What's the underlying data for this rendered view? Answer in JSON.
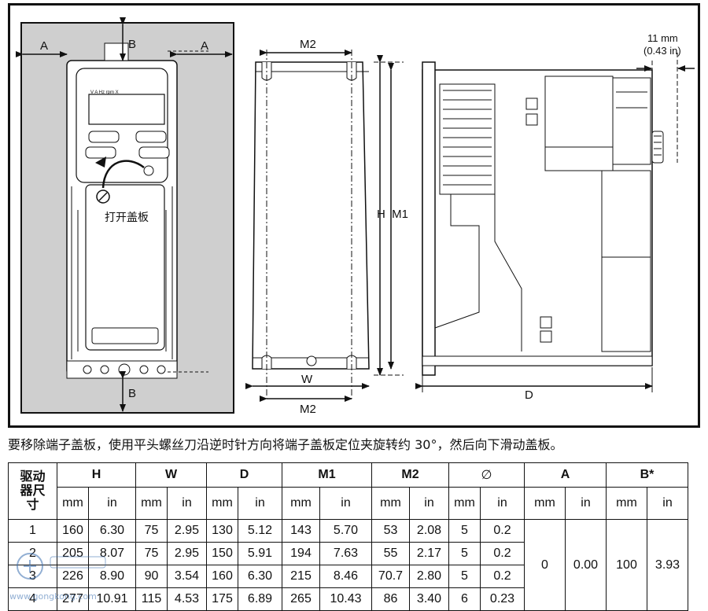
{
  "figure": {
    "labels": {
      "a_left": "A",
      "a_right": "A",
      "b_top": "B",
      "b_bottom": "B",
      "m2_top": "M2",
      "m2_bottom": "M2",
      "w": "W",
      "h_m1": "H  M1",
      "d": "D",
      "clearance_mm": "11 mm",
      "clearance_in": "(0.43 in)",
      "open_cover": "打开盖板",
      "keypad_mark": "V A Hz rpm X"
    }
  },
  "caption": "要移除端子盖板，使用平头螺丝刀沿逆时针方向将端子盖板定位夹旋转约 30°，然后向下滑动盖板。",
  "table": {
    "corner_label": "驱动器尺寸",
    "groups": [
      "H",
      "W",
      "D",
      "M1",
      "M2",
      "∅",
      "A",
      "B*"
    ],
    "units": [
      "mm",
      "in",
      "mm",
      "in",
      "mm",
      "in",
      "mm",
      "in",
      "mm",
      "in",
      "mm",
      "in",
      "mm",
      "in",
      "mm",
      "in"
    ],
    "rows": [
      {
        "size": "1",
        "cells": [
          "160",
          "6.30",
          "75",
          "2.95",
          "130",
          "5.12",
          "143",
          "5.70",
          "53",
          "2.08",
          "5",
          "0.2"
        ]
      },
      {
        "size": "2",
        "cells": [
          "205",
          "8.07",
          "75",
          "2.95",
          "150",
          "5.91",
          "194",
          "7.63",
          "55",
          "2.17",
          "5",
          "0.2"
        ]
      },
      {
        "size": "3",
        "cells": [
          "226",
          "8.90",
          "90",
          "3.54",
          "160",
          "6.30",
          "215",
          "8.46",
          "70.7",
          "2.80",
          "5",
          "0.2"
        ]
      },
      {
        "size": "4",
        "cells": [
          "277",
          "10.91",
          "115",
          "4.53",
          "175",
          "6.89",
          "265",
          "10.43",
          "86",
          "3.40",
          "6",
          "0.23"
        ]
      }
    ],
    "shared": {
      "a_mm": "0",
      "a_in": "0.00",
      "b_mm": "100",
      "b_in": "3.93"
    }
  },
  "watermark": {
    "url": "www.gongkong.com"
  }
}
